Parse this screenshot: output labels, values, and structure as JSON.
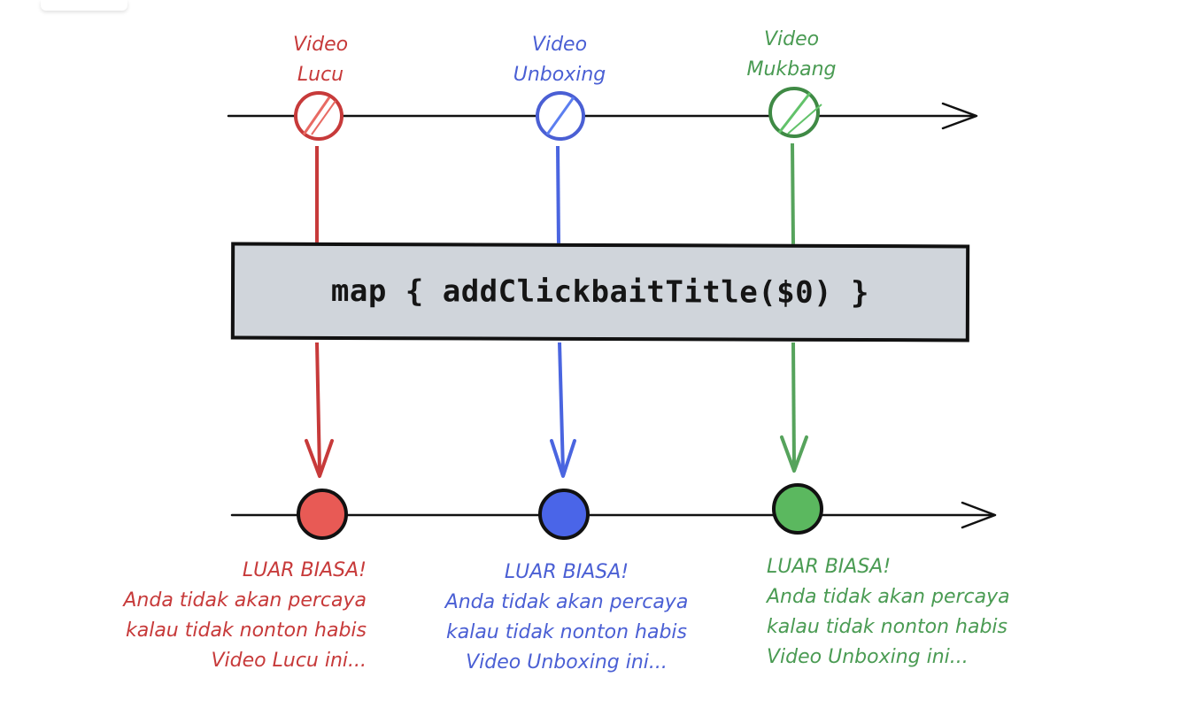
{
  "operator": {
    "label": "map { addClickbaitTitle($0) }"
  },
  "colors": {
    "red": "#c73a3a",
    "red_fill": "#e85a55",
    "blue": "#4a5fd4",
    "blue_fill": "#4a65e8",
    "green": "#4a9b53",
    "green_fill": "#5bb85f",
    "line": "#111111"
  },
  "inputs": [
    {
      "line1": "Video",
      "line2": "Lucu",
      "color": "red"
    },
    {
      "line1": "Video",
      "line2": "Unboxing",
      "color": "blue"
    },
    {
      "line1": "Video",
      "line2": "Mukbang",
      "color": "green"
    }
  ],
  "outputs": [
    {
      "line1": "LUAR BIASA!",
      "line2": "Anda tidak akan percaya",
      "line3": "kalau tidak nonton habis",
      "line4": "Video Lucu ini...",
      "color": "red"
    },
    {
      "line1": "LUAR BIASA!",
      "line2": "Anda tidak akan percaya",
      "line3": "kalau tidak nonton habis",
      "line4": "Video Unboxing ini...",
      "color": "blue"
    },
    {
      "line1": "LUAR BIASA!",
      "line2": "Anda tidak akan percaya",
      "line3": "kalau tidak nonton habis",
      "line4": "Video Unboxing ini...",
      "color": "green"
    }
  ]
}
